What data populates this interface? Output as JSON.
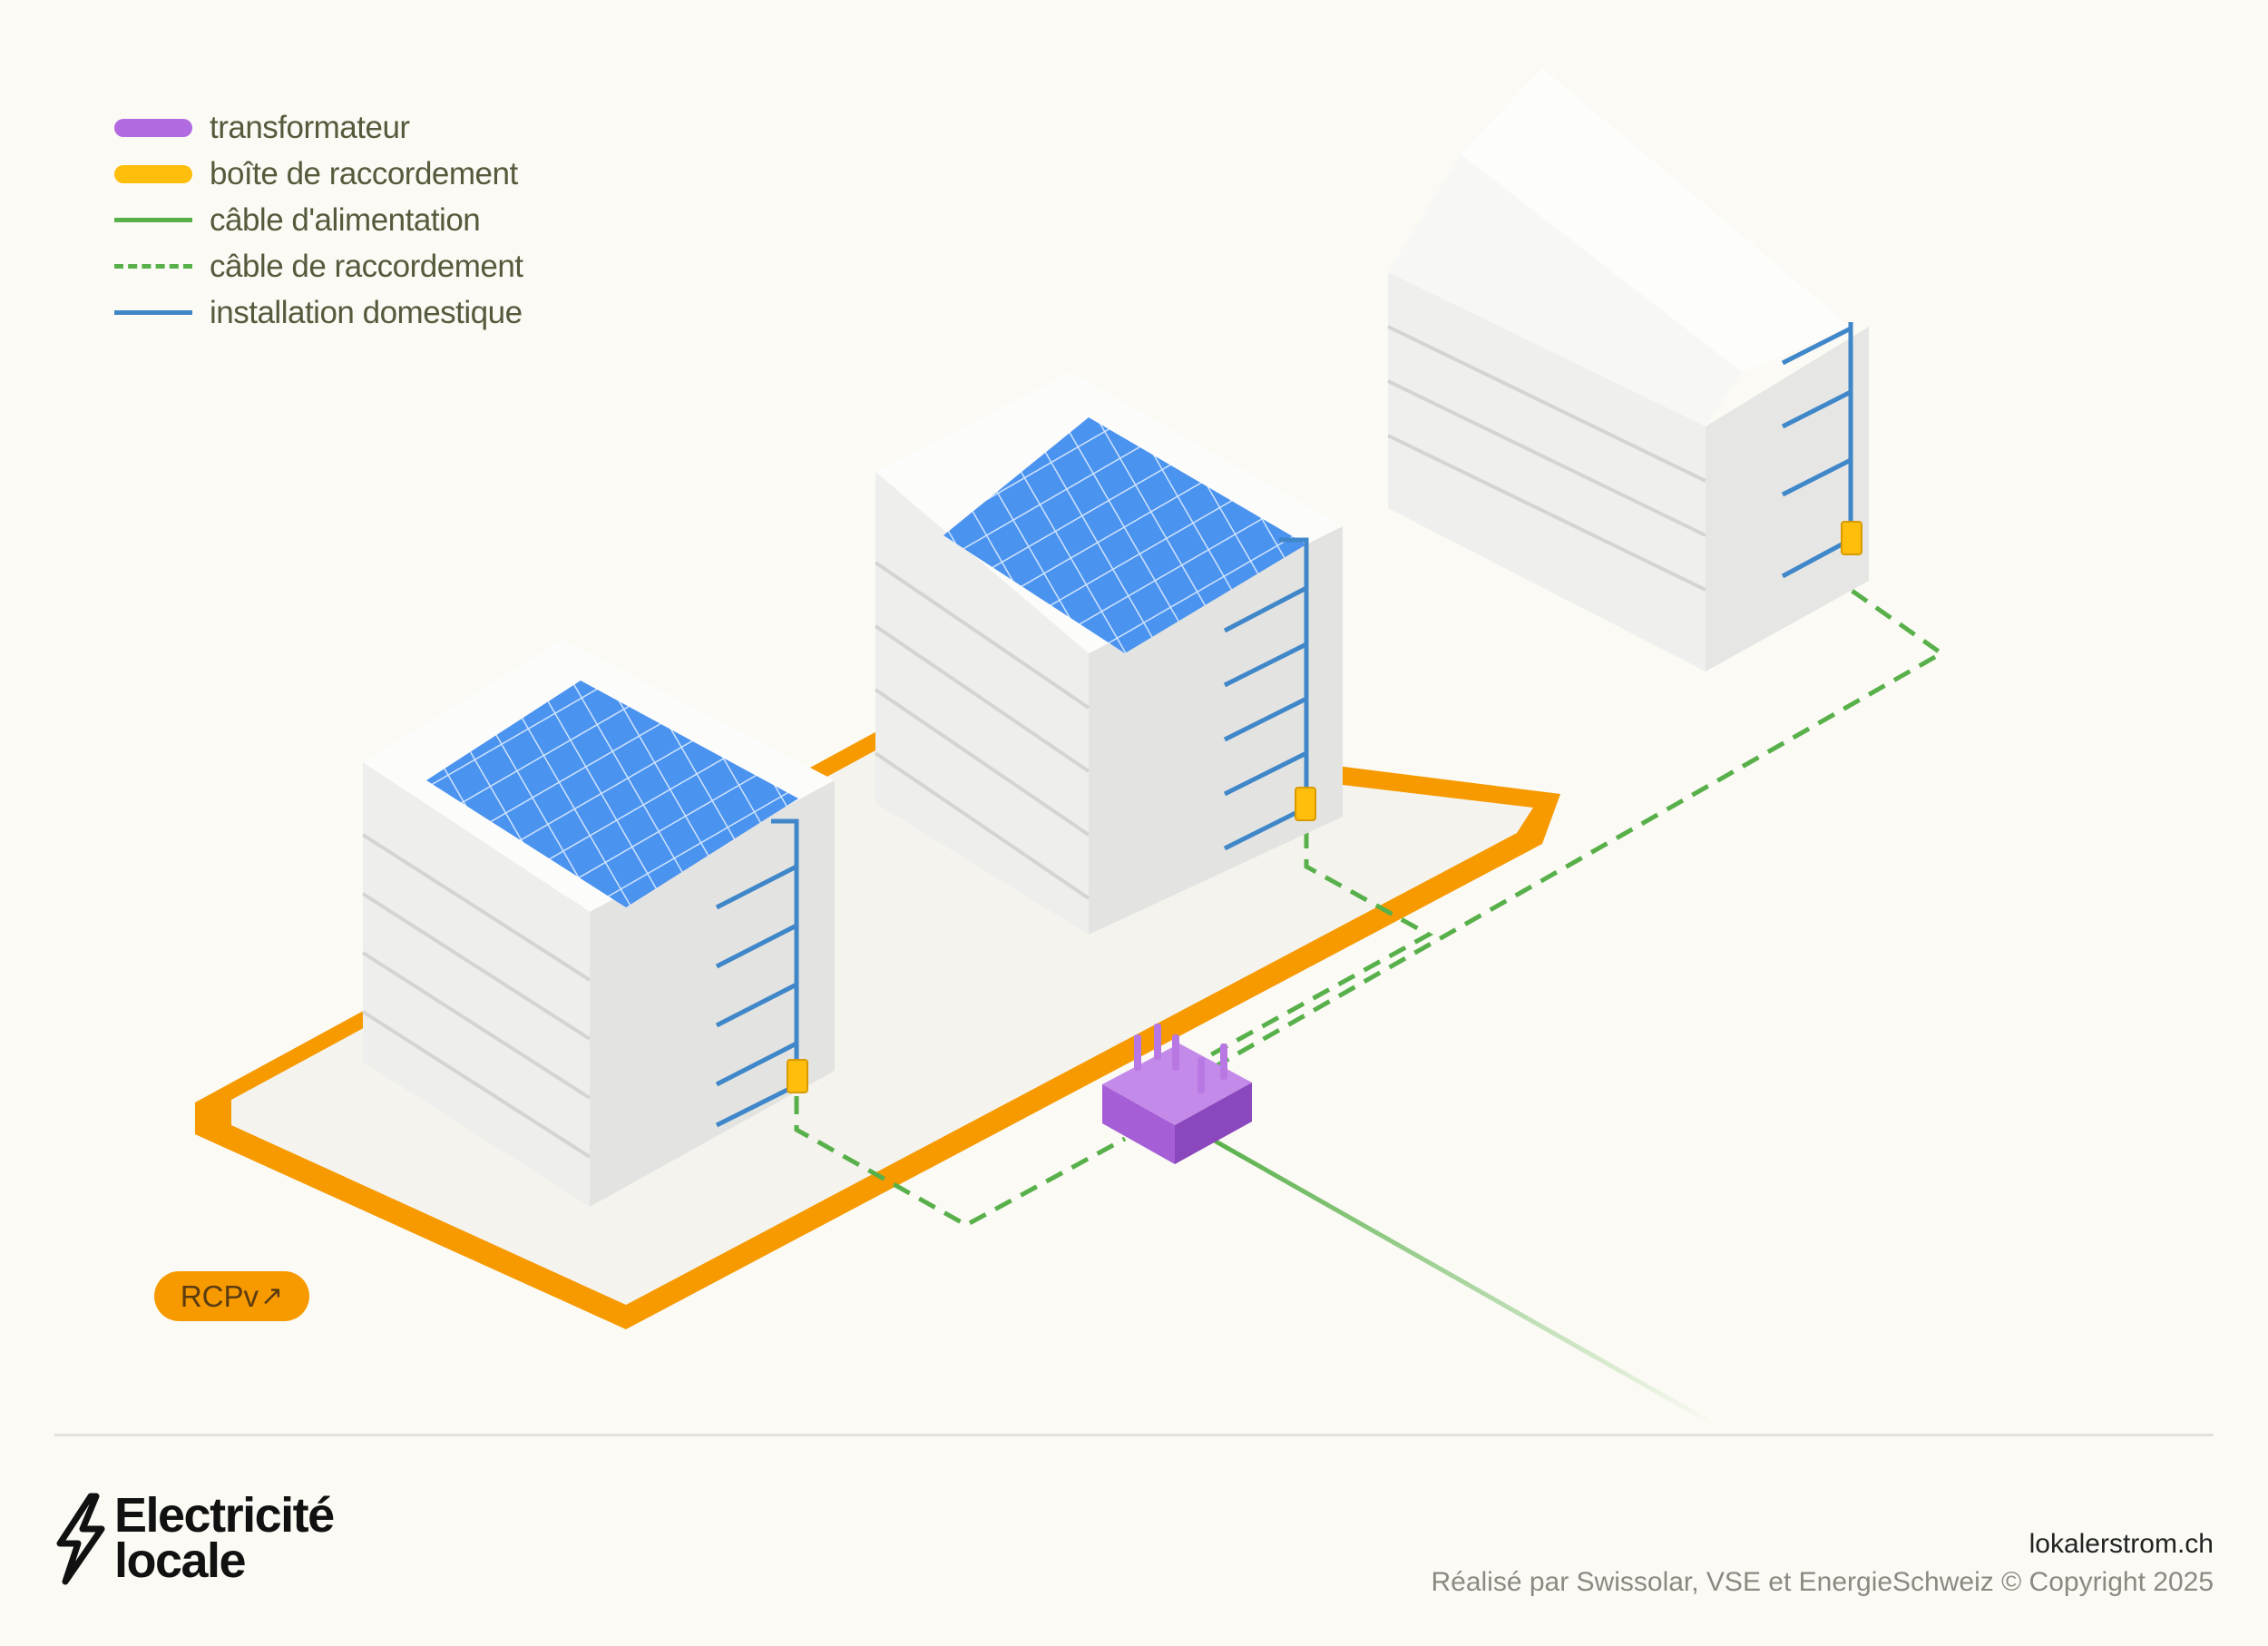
{
  "legend": {
    "items": [
      {
        "label": "transformateur",
        "color": "#b26ae0",
        "kind": "pill"
      },
      {
        "label": "boîte de raccordement",
        "color": "#ffbe0b",
        "kind": "pill"
      },
      {
        "label": "câble d'alimentation",
        "color": "#58b04a",
        "kind": "line"
      },
      {
        "label": "câble de raccordement",
        "color": "#58b04a",
        "kind": "dashed"
      },
      {
        "label": "installation domestique",
        "color": "#3f87c9",
        "kind": "line"
      }
    ]
  },
  "badge": {
    "label": "RCPv",
    "arrow": "↗",
    "color": "#f79a00"
  },
  "logo": {
    "line1": "Electricité",
    "line2": "locale"
  },
  "footer": {
    "site": "lokalerstrom.ch",
    "credit": "Réalisé par Swissolar, VSE et EnergieSchweiz © Copyright 2025"
  },
  "colors": {
    "rcp_outline": "#f79a00",
    "ground": "#f4f3ed",
    "building": "#f2f2f0",
    "solar": "#4a93ef",
    "transformer": "#a55ed6",
    "junction_box": "#ffbe0b",
    "supply_cable": "#58b04a",
    "house_wiring": "#3f87c9"
  }
}
